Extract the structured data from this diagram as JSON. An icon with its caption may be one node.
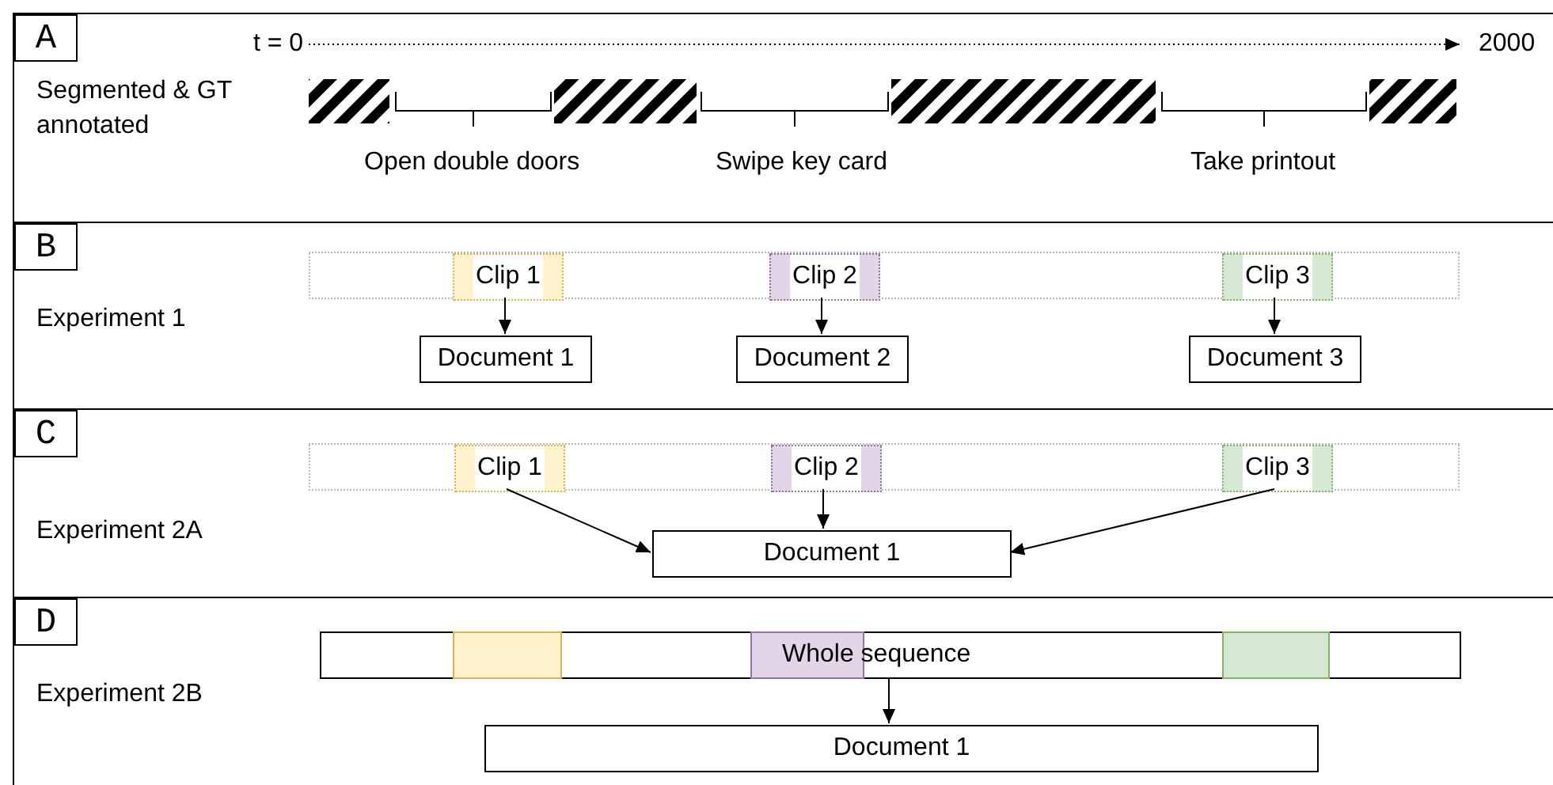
{
  "diagram": {
    "nodes": [
      {
        "text": [
          "Segmented & GT annotated"
        ]
      },
      {
        "text": [
          "A"
        ],
        "in": 0
      },
      {
        "text": [
          "Experiment 1"
        ]
      },
      {
        "text": [
          "B"
        ],
        "in": 2
      },
      {
        "text": [],
        "shape": "box",
        "in": 2
      },
      {
        "text": [
          "Clip 1"
        ],
        "in": 4
      },
      {
        "text": [
          "Clip 2"
        ],
        "in": 4
      },
      {
        "text": [
          "Clip 3"
        ],
        "in": 4
      },
      {
        "text": [
          "Document 1"
        ],
        "in": 2
      },
      {
        "text": [
          "Document 2"
        ],
        "in": 2
      },
      {
        "text": [
          "Document 3"
        ],
        "in": 2
      },
      {
        "text": [
          "Experiment 2A"
        ]
      },
      {
        "text": [
          "C"
        ],
        "in": 11
      },
      {
        "text": [],
        "shape": "box",
        "in": 11
      },
      {
        "text": [
          "Clip 1"
        ],
        "in": 13
      },
      {
        "text": [
          "Clip 2"
        ],
        "in": 13
      },
      {
        "text": [
          "Clip 3"
        ],
        "in": 13
      },
      {
        "text": [
          "Document 1"
        ],
        "in": 11
      },
      {
        "text": [
          "Experiment 2B"
        ]
      },
      {
        "text": [
          "D"
        ],
        "in": 18
      },
      {
        "text": [
          "Whole sequence"
        ],
        "in": 18
      },
      {
        "text": [],
        "shape": "box",
        "in": 20
      },
      {
        "text": [],
        "shape": "box",
        "in": 20
      },
      {
        "text": [],
        "shape": "box",
        "in": 20
      },
      {
        "text": [
          "Document 1"
        ],
        "in": 18
      }
    ],
    "edges": [
      {
        "from": 5,
        "to": 8,
        "arrow": "to"
      },
      {
        "from": 6,
        "to": 9,
        "arrow": "to"
      },
      {
        "from": 7,
        "to": 10,
        "arrow": "to"
      },
      {
        "from": 14,
        "to": 17,
        "arrow": "to"
      },
      {
        "from": 15,
        "to": 17,
        "arrow": "to"
      },
      {
        "from": 16,
        "to": 17,
        "arrow": "to"
      },
      {
        "from": 20,
        "to": 24,
        "arrow": "to"
      }
    ],
    "labels": [
      "t = 0",
      "2000",
      "Open double doors",
      "Swipe key card",
      "Take printout"
    ]
  }
}
